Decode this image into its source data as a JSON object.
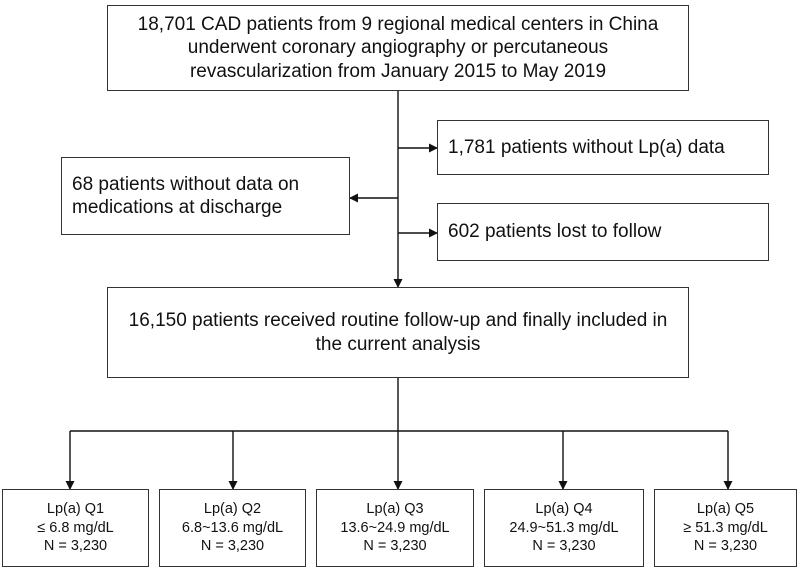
{
  "top_box": {
    "text": "18,701 CAD patients from 9 regional medical centers in China\nunderwent coronary angiography or percutaneous\nrevascularization from January 2015 to May 2019"
  },
  "exclusions": {
    "no_lpa": "1,781 patients without Lp(a) data",
    "no_meds": "68 patients without data on\nmedications at discharge",
    "lost": "602 patients lost to follow"
  },
  "included_box": {
    "text": "16,150 patients received routine follow-up and finally included in\nthe current analysis"
  },
  "quintiles": [
    {
      "label": "Lp(a) Q1",
      "range": "≤ 6.8 mg/dL",
      "n": "N = 3,230"
    },
    {
      "label": "Lp(a) Q2",
      "range": "6.8~13.6 mg/dL",
      "n": "N = 3,230"
    },
    {
      "label": "Lp(a) Q3",
      "range": "13.6~24.9 mg/dL",
      "n": "N = 3,230"
    },
    {
      "label": "Lp(a) Q4",
      "range": "24.9~51.3 mg/dL",
      "n": "N = 3,230"
    },
    {
      "label": "Lp(a) Q5",
      "range": "≥ 51.3 mg/dL",
      "n": "N = 3,230"
    }
  ]
}
